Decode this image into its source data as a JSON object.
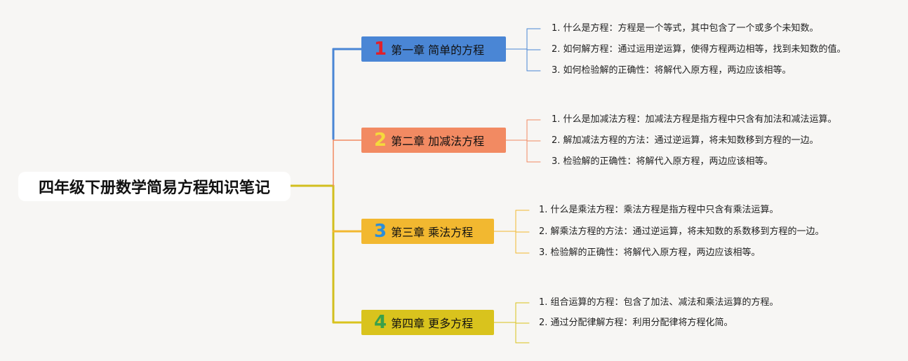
{
  "root": {
    "title": "四年级下册数学简易方程知识笔记",
    "line_color": "#d2be1e"
  },
  "chapters": [
    {
      "number": "1",
      "title": "第一章 简单的方程",
      "fill": "#4a86d5",
      "number_color": "#e0202a",
      "line_color": "#4a86d5",
      "items": [
        "1. 什么是方程：方程是一个等式，其中包含了一个或多个未知数。",
        "2. 如何解方程：通过运用逆运算，使得方程两边相等，找到未知数的值。",
        "3. 如何检验解的正确性：将解代入原方程，两边应该相等。"
      ]
    },
    {
      "number": "2",
      "title": "第二章 加减法方程",
      "fill": "#f28a62",
      "number_color": "#f5d93c",
      "line_color": "#f28a62",
      "items": [
        "1. 什么是加减法方程：加减法方程是指方程中只含有加法和减法运算。",
        "2. 解加减法方程的方法：通过逆运算，将未知数移到方程的一边。",
        "3. 检验解的正确性：将解代入原方程，两边应该相等。"
      ]
    },
    {
      "number": "3",
      "title": "第三章 乘法方程",
      "fill": "#f2b830",
      "number_color": "#2d8ed8",
      "line_color": "#f2b830",
      "items": [
        "1. 什么是乘法方程：乘法方程是指方程中只含有乘法运算。",
        "2. 解乘法方程的方法：通过逆运算，将未知数的系数移到方程的一边。",
        "3. 检验解的正确性：将解代入原方程，两边应该相等。"
      ]
    },
    {
      "number": "4",
      "title": "第四章 更多方程",
      "fill": "#d9c31d",
      "number_color": "#3aa04a",
      "line_color": "#d9c31d",
      "items": [
        "1. 组合运算的方程：包含了加法、减法和乘法运算的方程。",
        "2. 通过分配律解方程：利用分配律将方程化简。",
        ""
      ]
    }
  ]
}
